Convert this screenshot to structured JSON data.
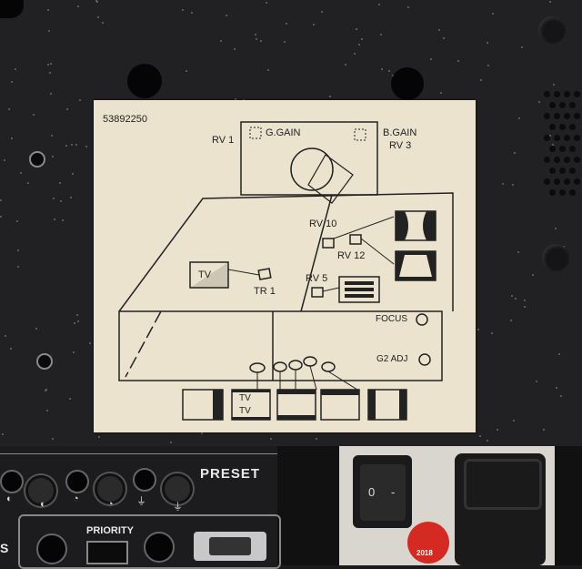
{
  "label_card": {
    "part_number": "53892250",
    "rv1": "RV 1",
    "g_gain": "G.GAIN",
    "b_gain": "B.GAIN",
    "rv3": "RV 3",
    "rv10": "RV 10",
    "rv12": "RV 12",
    "rv5": "RV 5",
    "tr1": "TR 1",
    "tv": "TV",
    "focus": "FOCUS",
    "g2_adj": "G2 ADJ"
  },
  "front_panel": {
    "preset": "PRESET",
    "priority": "PRIORITY",
    "side_letter": "S",
    "switch_on": "0",
    "switch_off": "-"
  },
  "inspection_sticker": {
    "year": "2018"
  }
}
